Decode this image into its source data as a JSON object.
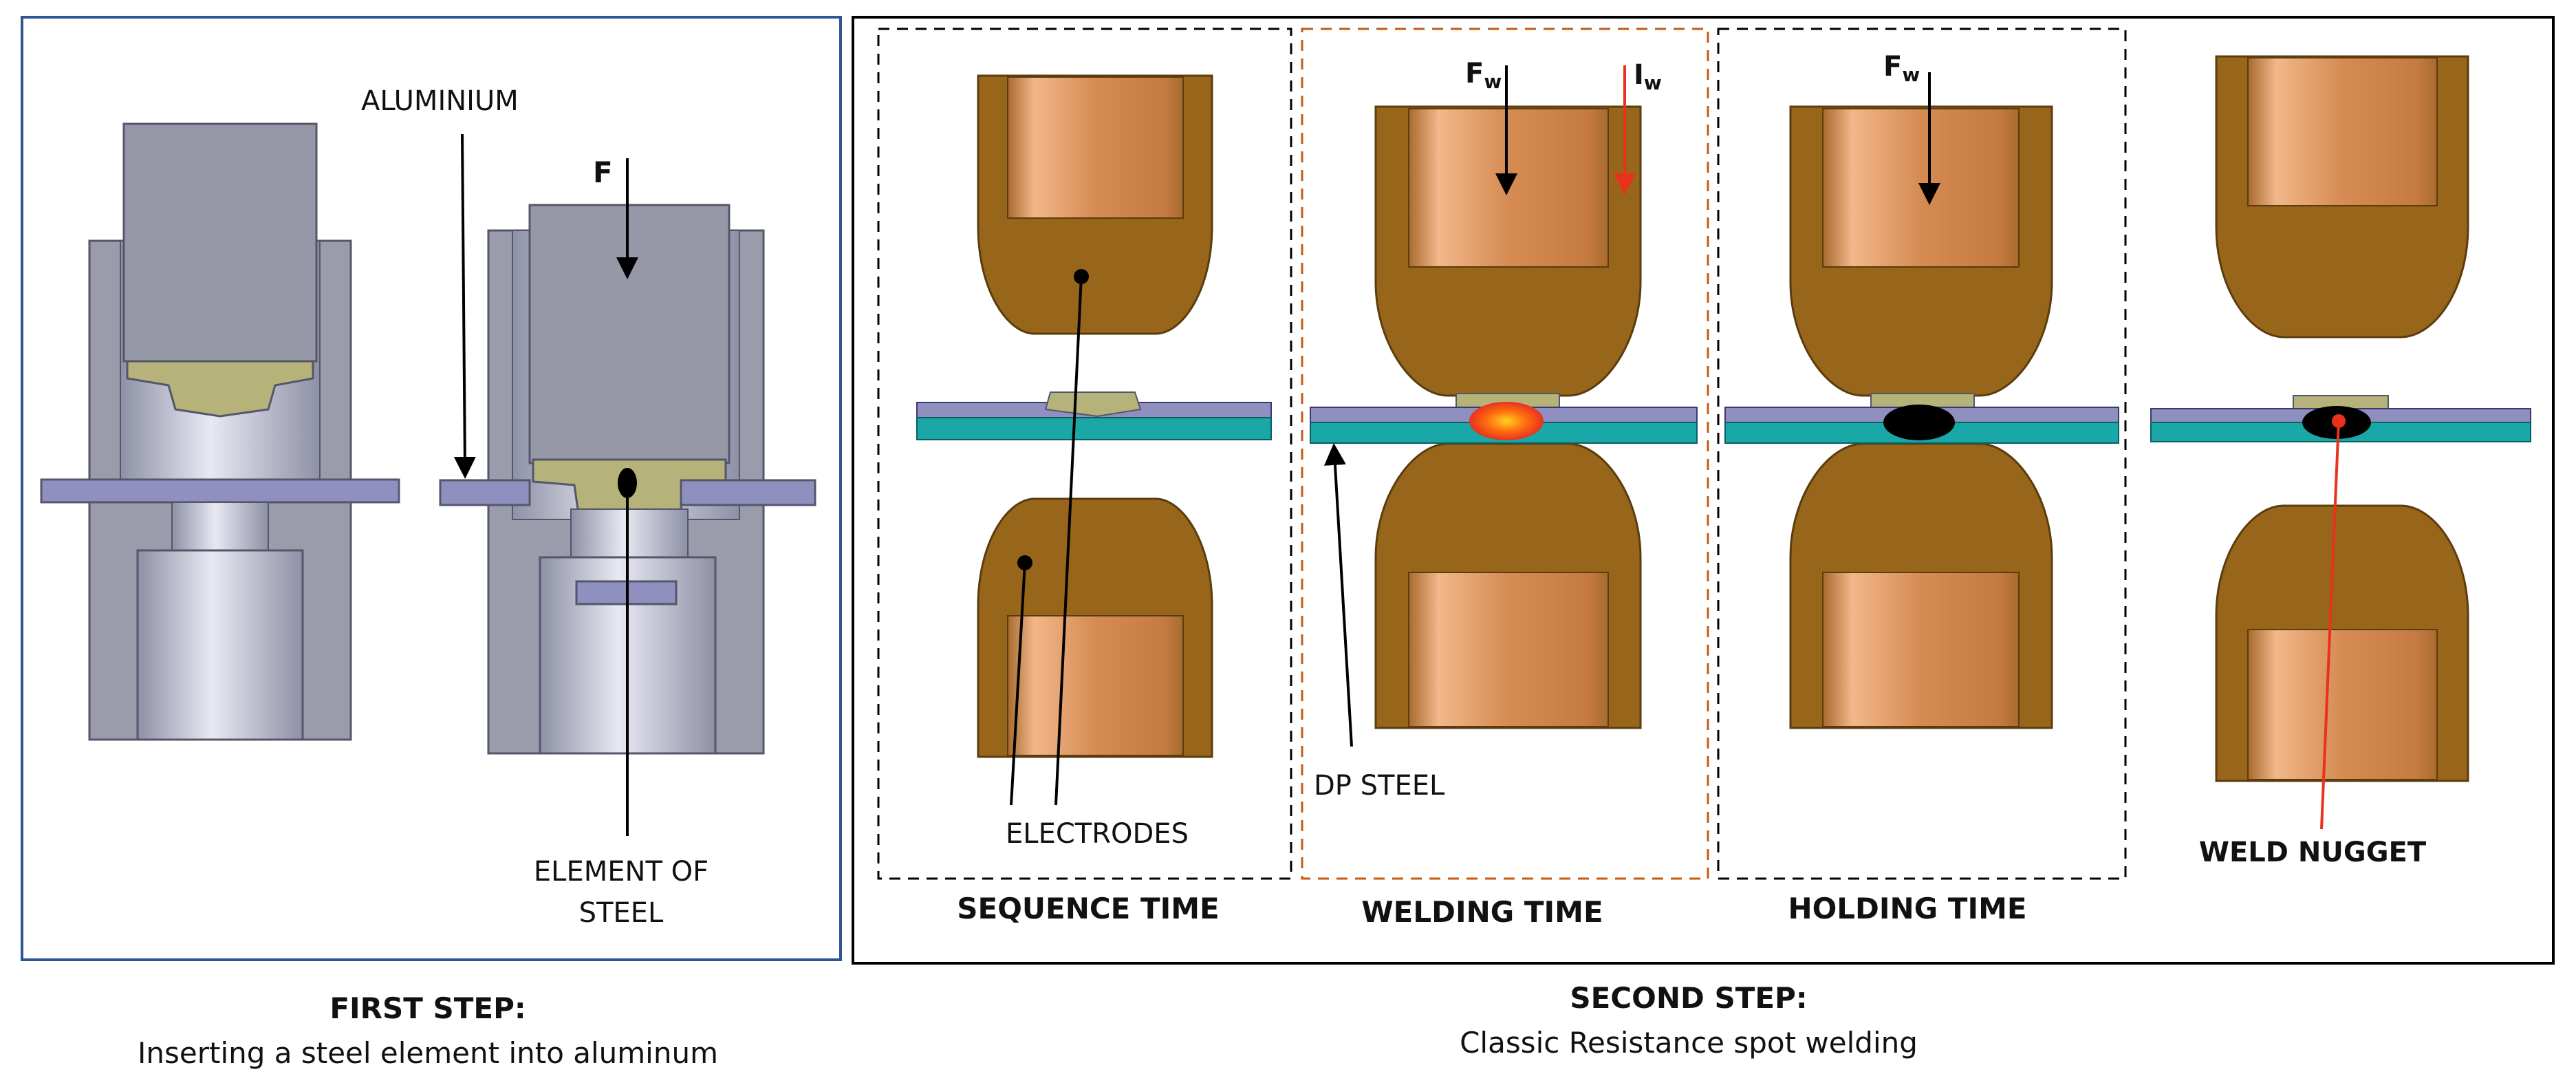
{
  "first_step": {
    "title": "FIRST STEP:",
    "subtitle": "Inserting a steel element into aluminum",
    "labels": {
      "aluminium": "ALUMINIUM",
      "force": "F",
      "element_line1": "ELEMENT OF",
      "element_line2": "STEEL"
    }
  },
  "second_step": {
    "title": "SECOND STEP:",
    "subtitle": "Classic Resistance spot welding",
    "phases": [
      {
        "name": "SEQUENCE TIME"
      },
      {
        "name": "WELDING TIME"
      },
      {
        "name": "HOLDING TIME"
      }
    ],
    "labels": {
      "electrodes": "ELECTRODES",
      "dp_steel": "DP STEEL",
      "weld_nugget": "WELD NUGGET",
      "force_letter": "F",
      "force_sub": "w",
      "current_letter": "I",
      "current_sub": "w"
    }
  },
  "colors": {
    "frame_blue": "#2f5496",
    "frame_black": "#000000",
    "welding_box": "#c55a11",
    "tool_gray": "#9a9bab",
    "aluminium_sheet": "#8f8fc0",
    "steel_insert": "#b5b27a",
    "electrode": "#98661a",
    "electrode_core": "#c9834a",
    "dp_steel_teal": "#1aa7a7",
    "heat_red": "#e8321e",
    "nugget_black": "#000000"
  }
}
